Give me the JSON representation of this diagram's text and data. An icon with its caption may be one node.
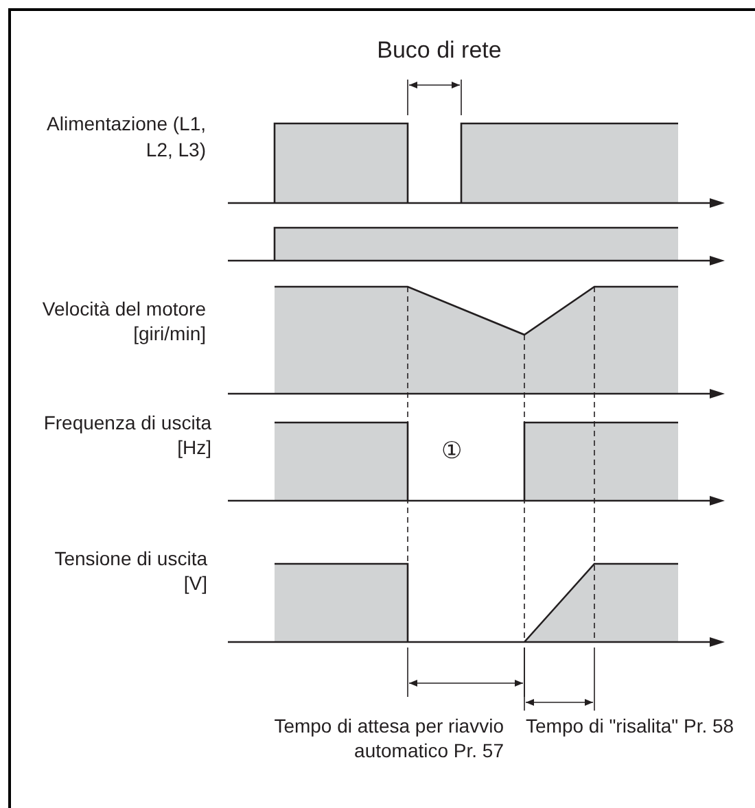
{
  "diagram": {
    "labels": [
      "Buco di rete",
      "Alimentazione (L1, L2, L3)",
      "Velocità del motore [giri/min]",
      "Frequenza di uscita [Hz]",
      "①",
      "Tensione di uscita [V]",
      "Tempo di attesa per riavvio automatico Pr. 57",
      "Tempo di \"risalita\" Pr. 58"
    ]
  }
}
